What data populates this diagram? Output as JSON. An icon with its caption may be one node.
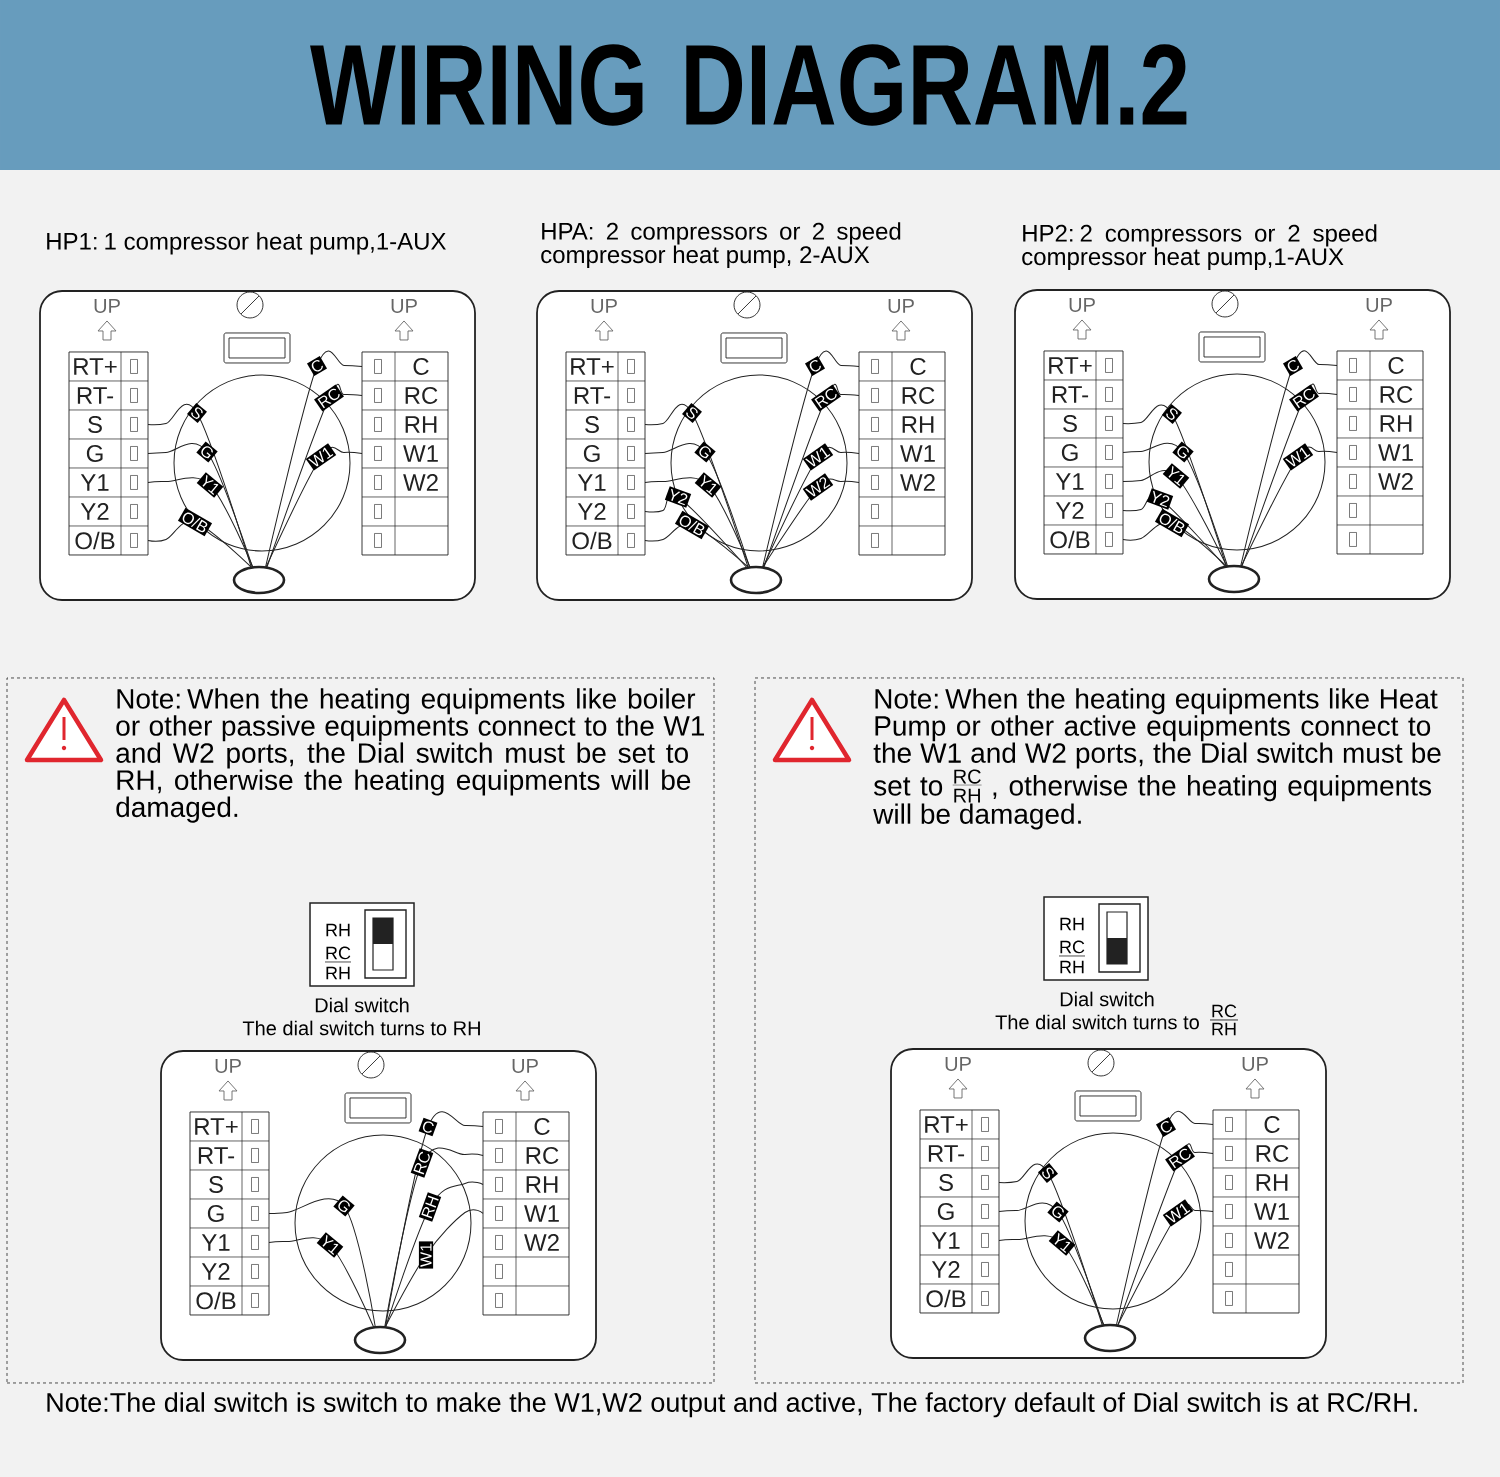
{
  "diagram": {
    "title": "WIRING DIAGRAM.2",
    "nodes": [
      {
        "text": [
          "UP",
          "UP",
          "RT+",
          "RT-",
          "S",
          "G",
          "Y1",
          "Y2",
          "O/B",
          "C",
          "RC",
          "RH",
          "W1",
          "W2",
          "C",
          "RC",
          "S",
          "G",
          "W1",
          "Y1",
          "O/B"
        ],
        "beside": [
          "HP1: 1 compressor heat pump,1-AUX"
        ]
      },
      {
        "text": [
          "UP",
          "UP",
          "RT+",
          "RT-",
          "S",
          "G",
          "Y1",
          "Y2",
          "O/B",
          "C",
          "RC",
          "RH",
          "W1",
          "W2",
          "C",
          "RC",
          "S",
          "G",
          "W1",
          "Y1",
          "W2",
          "Y2",
          "O/B"
        ],
        "beside": [
          "HPA: 2 compressors or 2 speed compressor heat pump, 2-AUX"
        ]
      },
      {
        "text": [
          "UP",
          "UP",
          "RT+",
          "RT-",
          "S",
          "G",
          "Y1",
          "Y2",
          "O/B",
          "C",
          "RC",
          "RH",
          "W1",
          "W2",
          "C",
          "RC",
          "S",
          "G",
          "W1",
          "Y1",
          "Y2",
          "O/B"
        ],
        "beside": [
          "HP2: 2 compressors or 2 speed compressor heat pump,1-AUX"
        ]
      },
      {
        "text": [
          "Note: When the heating equipments like boiler or other passive equipments connect to the W1 and W2 ports, the Dial switch must be set to RH, otherwise the heating equipments will be damaged."
        ]
      },
      {
        "text": [
          "RH",
          "RC",
          "RH"
        ],
        "in": 3,
        "beside": [
          "Dial switch",
          "The dial switch turns to RH"
        ]
      },
      {
        "text": [
          "UP",
          "UP",
          "RT+",
          "RT-",
          "S",
          "G",
          "Y1",
          "Y2",
          "O/B",
          "C",
          "RC",
          "RH",
          "W1",
          "W2",
          "C",
          "RC",
          "G",
          "RH",
          "Y1",
          "W1"
        ],
        "in": 3
      },
      {
        "text": [
          "Note: When the heating equipments like Heat Pump or other active equipments connect to the W1 and W2 ports, the Dial switch must be set to",
          "RC",
          "RH",
          ", otherwise the heating equipments will be damaged."
        ]
      },
      {
        "text": [
          "RH",
          "RC",
          "RH"
        ],
        "in": 6,
        "beside": [
          "Dial switch",
          "The dial switch turns to",
          "RC",
          "RH"
        ]
      },
      {
        "text": [
          "UP",
          "UP",
          "RT+",
          "RT-",
          "S",
          "G",
          "Y1",
          "Y2",
          "O/B",
          "C",
          "RC",
          "RH",
          "W1",
          "W2",
          "C",
          "RC",
          "S",
          "G",
          "W1",
          "Y1"
        ],
        "in": 6
      }
    ],
    "labels": [
      "Note:The dial switch is switch to make the W1,W2 output and active, The factory default of Dial switch is at RC/RH."
    ]
  }
}
